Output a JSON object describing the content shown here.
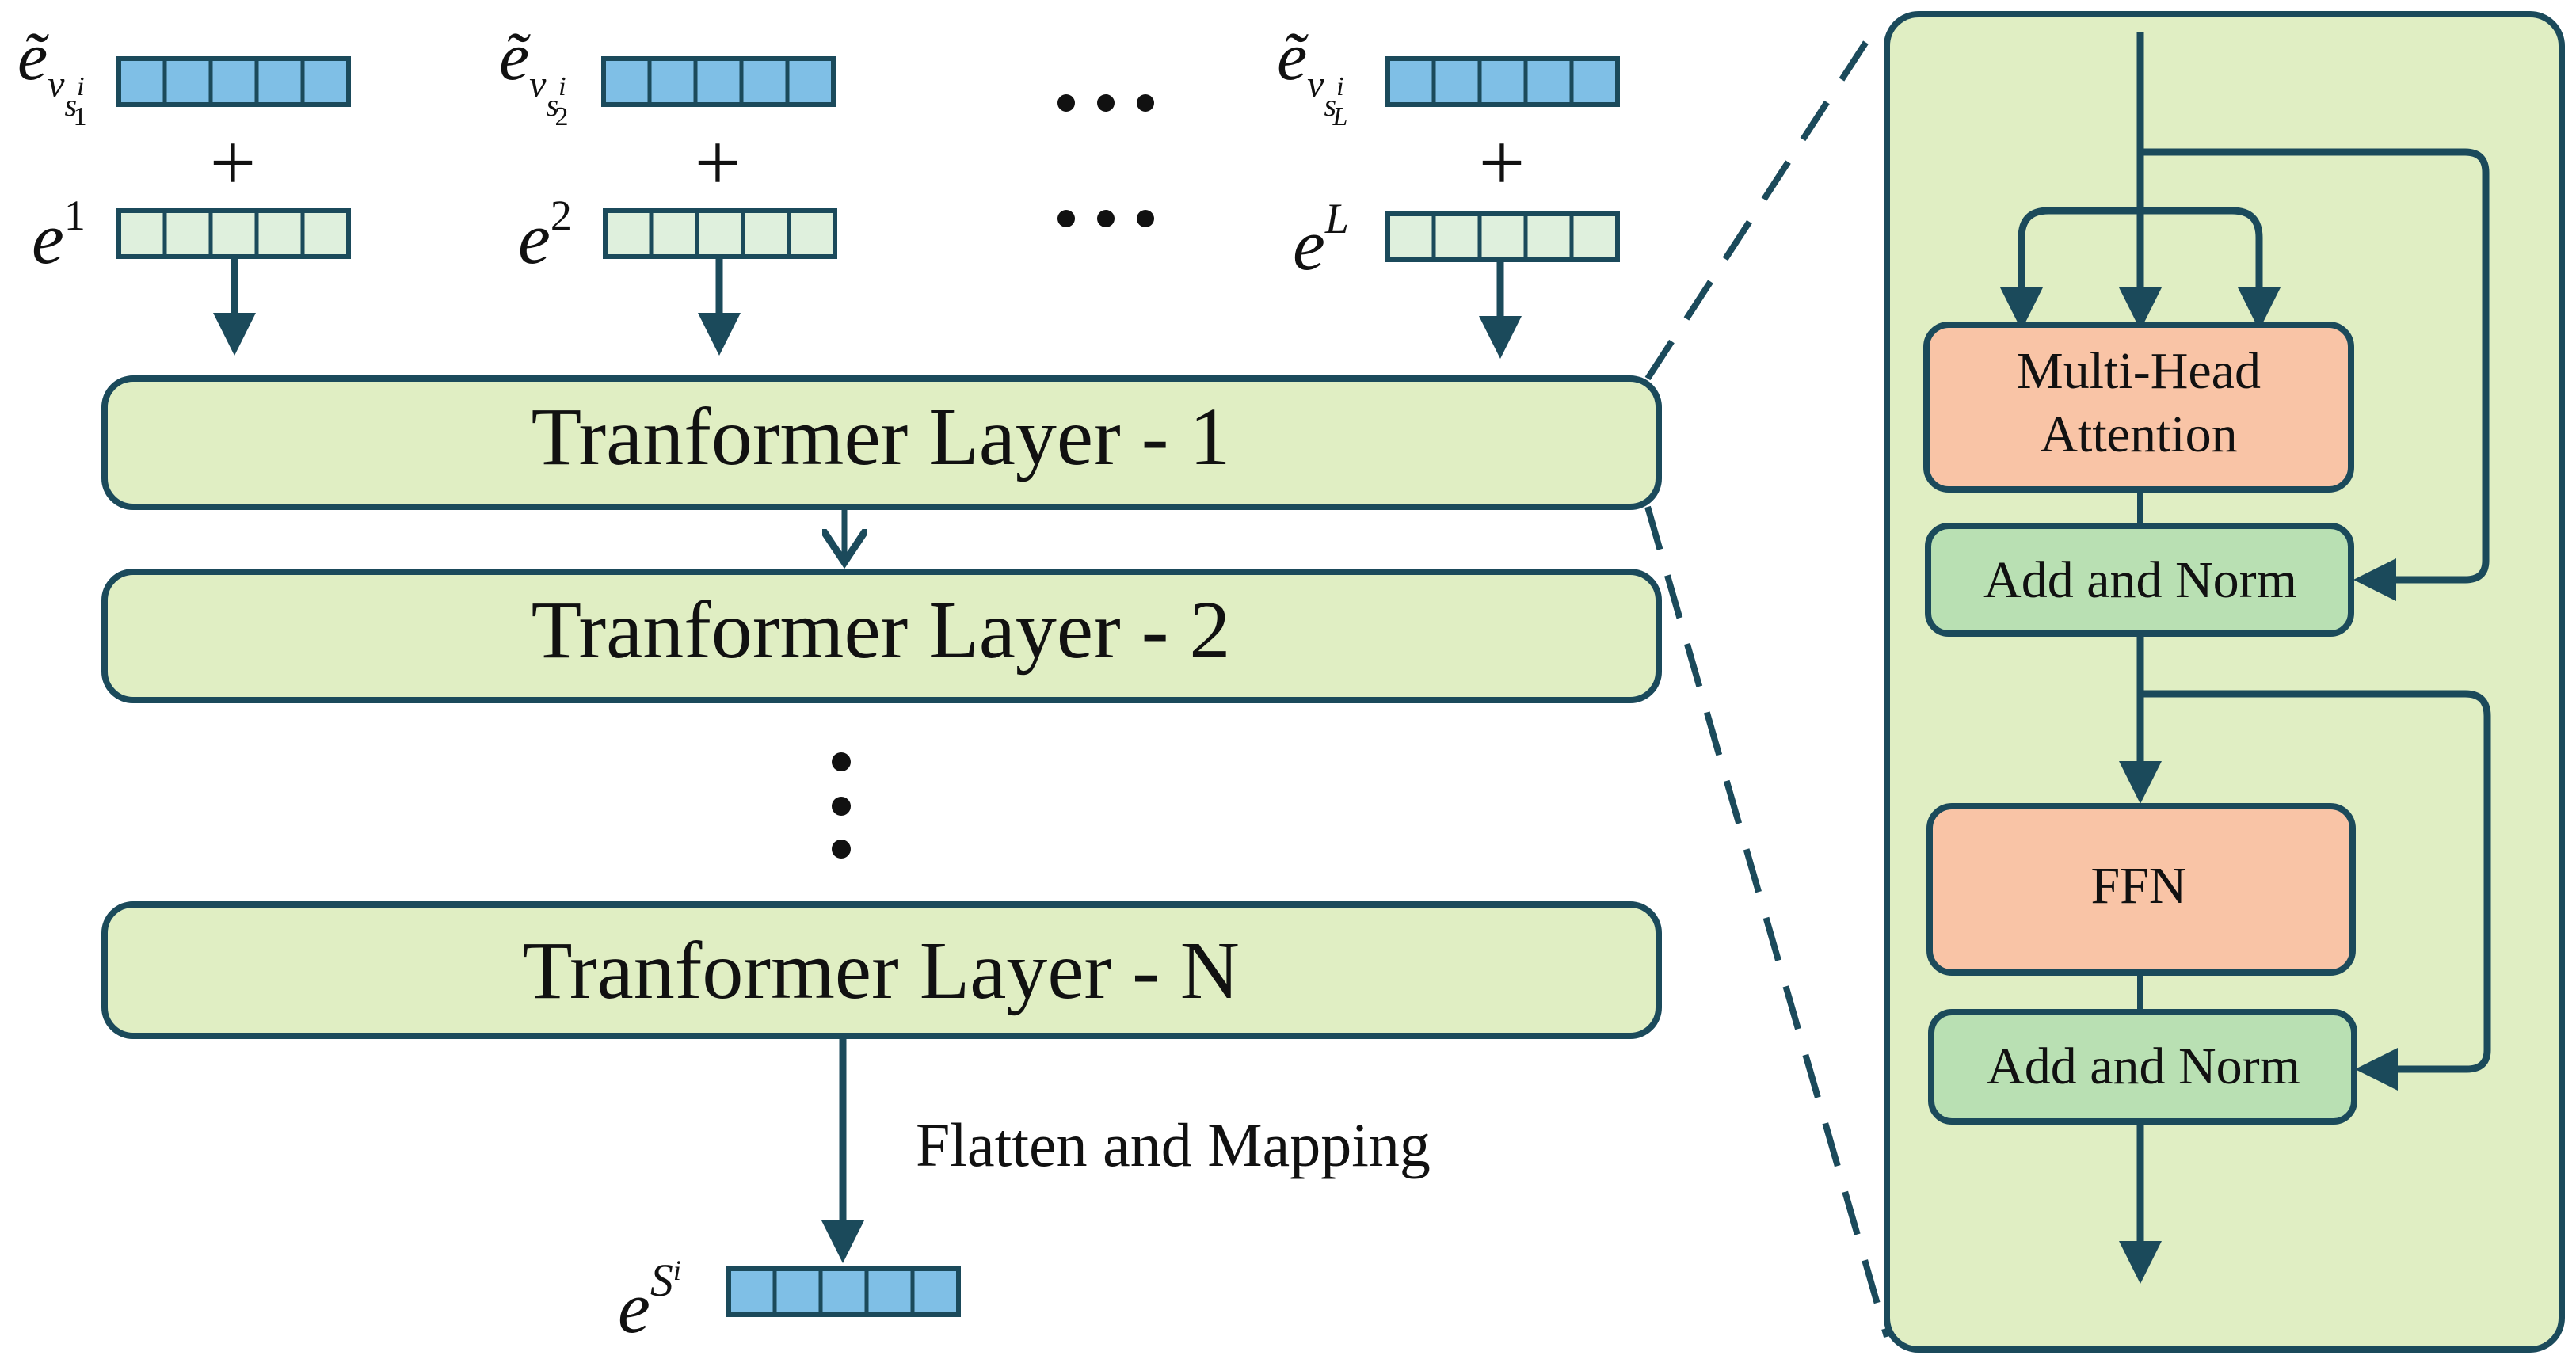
{
  "colors": {
    "stroke": "#1b4a5b",
    "layer_fill": "#e0eec3",
    "attention_fill": "#f9c4a6",
    "norm_fill": "#b9e0b3",
    "embed_fill": "#7fbfe6",
    "pos_fill": "#dff0dd",
    "panel_fill": "#e0eec3"
  },
  "inputs": [
    {
      "item_base": "ẽ",
      "item_v": "v",
      "item_s": "s",
      "item_sup": "i",
      "item_sub": "1",
      "plus": "+",
      "pos_base": "e",
      "pos_sup": "1"
    },
    {
      "item_base": "ẽ",
      "item_v": "v",
      "item_s": "s",
      "item_sup": "i",
      "item_sub": "2",
      "plus": "+",
      "pos_base": "e",
      "pos_sup": "2"
    },
    {
      "item_base": "ẽ",
      "item_v": "v",
      "item_s": "s",
      "item_sup": "i",
      "item_sub": "L",
      "plus": "+",
      "pos_base": "e",
      "pos_sup": "L"
    }
  ],
  "layers": [
    {
      "label": "Tranformer Layer - 1"
    },
    {
      "label": "Tranformer Layer - 2"
    },
    {
      "label": "Tranformer Layer - N"
    }
  ],
  "ellipsis": "...",
  "flatten_label": "Flatten and Mapping",
  "output": {
    "base": "e",
    "sup_script": "S",
    "sup_sup": "i"
  },
  "detail": {
    "attention_label_line1": "Multi-Head",
    "attention_label_line2": "Attention",
    "norm1_label": "Add and Norm",
    "ffn_label": "FFN",
    "norm2_label": "Add and Norm"
  }
}
